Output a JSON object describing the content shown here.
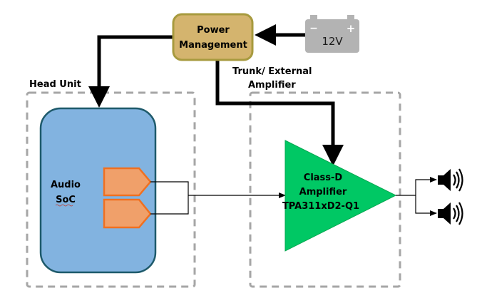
{
  "diagram": {
    "power_management": {
      "line1": "Power",
      "line2": "Management",
      "fill": "#D4B46E",
      "stroke": "#A79A3E"
    },
    "battery": {
      "label": "12V",
      "minus": "−",
      "plus": "+",
      "fill": "#B3B3B3"
    },
    "head_unit": {
      "label": "Head Unit"
    },
    "audio_soc": {
      "line1": "Audio",
      "line2": "SoC",
      "fill": "#82B3E0",
      "stroke": "#1E5A6B"
    },
    "external_amp_group": {
      "line1": "Trunk/ External",
      "line2": "Amplifier"
    },
    "amplifier": {
      "line1": "Class-D",
      "line2": "Amplifier",
      "line3": "TPA311xD2-Q1",
      "fill": "#00C864"
    },
    "outputs": {
      "fill": "#F0A06A",
      "stroke": "#F07020"
    },
    "speakers": [
      {
        "name": "speaker-1"
      },
      {
        "name": "speaker-2"
      }
    ],
    "colors": {
      "dash": "#A6A6A6",
      "wire": "#000000"
    }
  }
}
